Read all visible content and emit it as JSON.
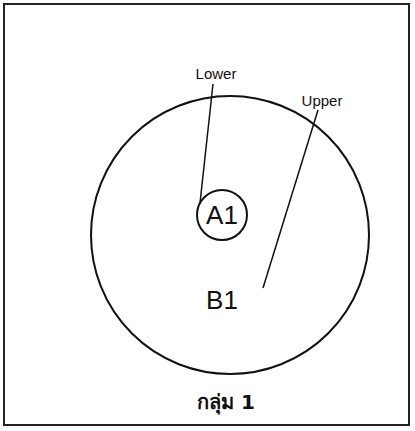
{
  "diagram": {
    "caption": "กลุ่ม 1",
    "nodes": [
      {
        "text": [
          "B1"
        ]
      },
      {
        "text": [
          "A1"
        ],
        "in": 0
      }
    ],
    "labels": [
      "Lower",
      "Upper"
    ]
  }
}
